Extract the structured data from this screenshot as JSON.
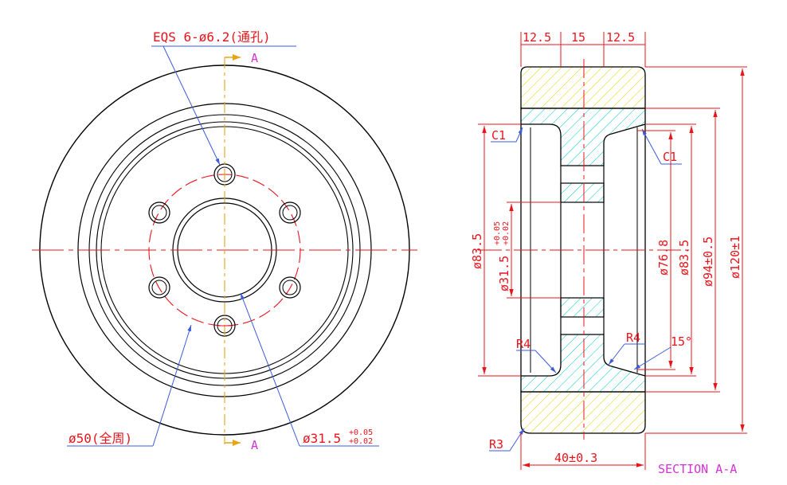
{
  "labels": {
    "holes": "EQS 6-ø6.2(通孔)",
    "section_top": "A",
    "section_bottom": "A",
    "dia50": "ø50(全周)",
    "bore_left_main": "ø31.5",
    "bore_left_tol_up": "+0.05",
    "bore_left_tol_lo": "+0.02",
    "w1": "12.5",
    "w2": "15",
    "w3": "12.5",
    "c1_left": "C1",
    "c1_right": "C1",
    "d83_5_left": "ø83.5",
    "bore_main": "ø31.5",
    "bore_tol_up": "+0.05",
    "bore_tol_lo": "+0.02",
    "d76_8": "ø76.8",
    "d83_5_right": "ø83.5",
    "d94": "ø94±0.5",
    "d120": "ø120±1",
    "r4_left": "R4",
    "r4_right": "R4",
    "angle": "15°",
    "r3": "R3",
    "width": "40±0.3",
    "section_title": "SECTION A-A"
  },
  "colors": {
    "outline": "#000000",
    "dimension": "#e8141c",
    "leader": "#3b5bdb",
    "centerline": "#e8a317",
    "hatch_hub": "#00c8c8",
    "hatch_tread": "#d8d800",
    "section_label": "#d431d4"
  }
}
